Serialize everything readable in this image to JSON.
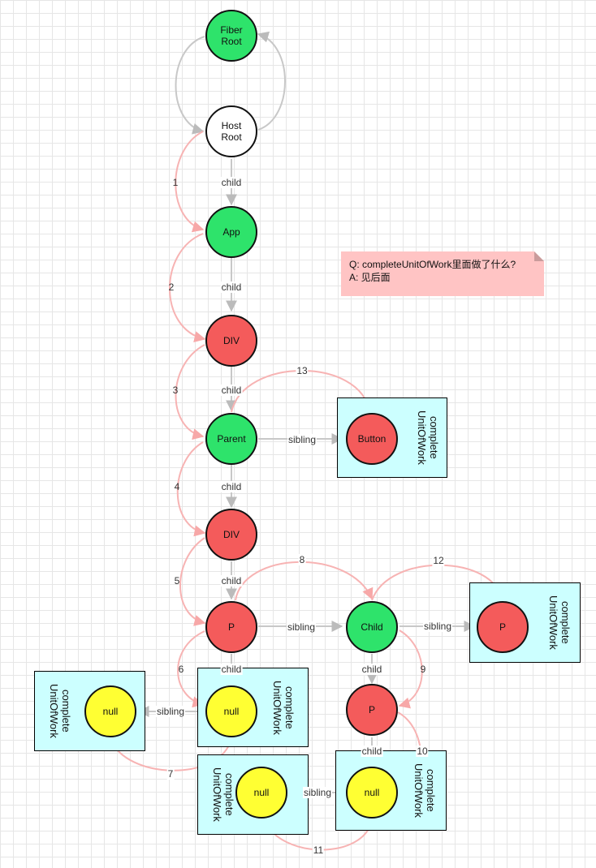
{
  "nodes": {
    "fiber_root": "Fiber\nRoot",
    "host_root": "Host\nRoot",
    "app": "App",
    "div1": "DIV",
    "parent": "Parent",
    "button": "Button",
    "div2": "DIV",
    "p1": "P",
    "child": "Child",
    "p_right": "P",
    "p2": "P",
    "null1": "null",
    "null_left": "null",
    "null_mid": "null",
    "null_bottom": "null"
  },
  "edge_labels": {
    "child": "child",
    "sibling": "sibling"
  },
  "step_numbers": [
    "1",
    "2",
    "3",
    "4",
    "5",
    "6",
    "7",
    "8",
    "9",
    "10",
    "11",
    "12",
    "13"
  ],
  "box_label": "complete UnitOfWork",
  "note": {
    "line1": "Q: completeUnitOfWork里面做了什么?",
    "line2": "A: 见后面"
  },
  "colors": {
    "green": "#2ee36b",
    "red": "#f45b5b",
    "yellow": "#ffff33",
    "box": "#ccffff",
    "note": "#ffc4c4",
    "step_arrow": "#f7b3b3",
    "edge_arrow": "#bbbbbb"
  }
}
